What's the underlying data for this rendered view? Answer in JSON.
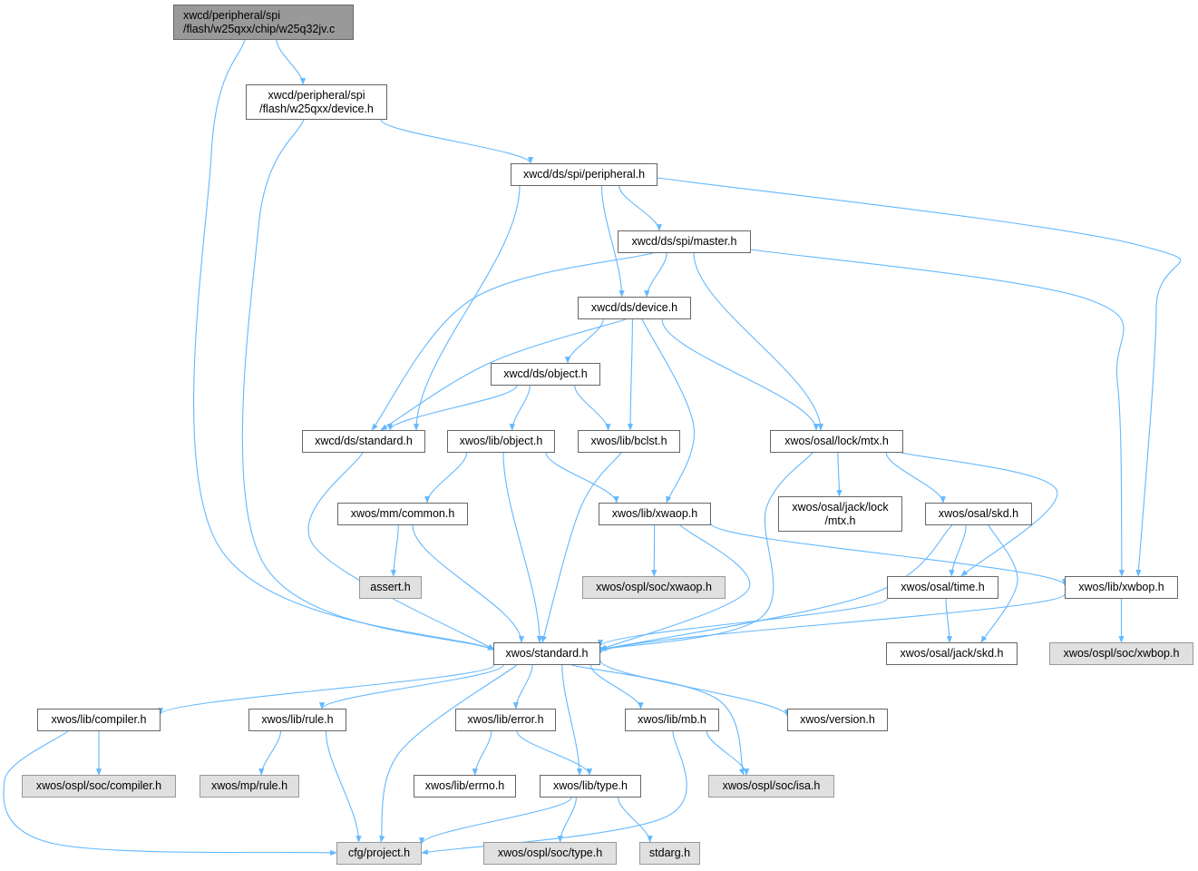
{
  "graph": {
    "colors": {
      "edge": "#63b8ff",
      "node_border": "#666666",
      "external_fill": "#e0e0e0",
      "root_fill": "#999999"
    },
    "nodes": [
      {
        "id": 1,
        "label": "xwcd/peripheral/spi\n/flash/w25qxx/chip/w25q32jv.c",
        "kind": "root"
      },
      {
        "id": 2,
        "label": "xwcd/peripheral/spi\n/flash/w25qxx/device.h",
        "kind": "normal"
      },
      {
        "id": 3,
        "label": "xwcd/ds/spi/peripheral.h",
        "kind": "normal"
      },
      {
        "id": 4,
        "label": "xwcd/ds/spi/master.h",
        "kind": "normal"
      },
      {
        "id": 5,
        "label": "xwcd/ds/device.h",
        "kind": "normal"
      },
      {
        "id": 6,
        "label": "xwcd/ds/object.h",
        "kind": "normal"
      },
      {
        "id": 7,
        "label": "xwcd/ds/standard.h",
        "kind": "normal"
      },
      {
        "id": 8,
        "label": "xwos/lib/object.h",
        "kind": "normal"
      },
      {
        "id": 9,
        "label": "xwos/lib/bclst.h",
        "kind": "normal"
      },
      {
        "id": 10,
        "label": "xwos/osal/lock/mtx.h",
        "kind": "normal"
      },
      {
        "id": 11,
        "label": "xwos/mm/common.h",
        "kind": "normal"
      },
      {
        "id": 12,
        "label": "xwos/lib/xwaop.h",
        "kind": "normal"
      },
      {
        "id": 13,
        "label": "xwos/osal/jack/lock\n/mtx.h",
        "kind": "normal"
      },
      {
        "id": 14,
        "label": "xwos/osal/skd.h",
        "kind": "normal"
      },
      {
        "id": 15,
        "label": "assert.h",
        "kind": "external"
      },
      {
        "id": 16,
        "label": "xwos/ospl/soc/xwaop.h",
        "kind": "external"
      },
      {
        "id": 17,
        "label": "xwos/osal/time.h",
        "kind": "normal"
      },
      {
        "id": 18,
        "label": "xwos/lib/xwbop.h",
        "kind": "normal"
      },
      {
        "id": 19,
        "label": "xwos/standard.h",
        "kind": "normal"
      },
      {
        "id": 20,
        "label": "xwos/osal/jack/skd.h",
        "kind": "normal"
      },
      {
        "id": 21,
        "label": "xwos/ospl/soc/xwbop.h",
        "kind": "external"
      },
      {
        "id": 22,
        "label": "xwos/lib/compiler.h",
        "kind": "normal"
      },
      {
        "id": 23,
        "label": "xwos/lib/rule.h",
        "kind": "normal"
      },
      {
        "id": 24,
        "label": "xwos/lib/error.h",
        "kind": "normal"
      },
      {
        "id": 25,
        "label": "xwos/lib/mb.h",
        "kind": "normal"
      },
      {
        "id": 26,
        "label": "xwos/version.h",
        "kind": "normal"
      },
      {
        "id": 27,
        "label": "xwos/ospl/soc/compiler.h",
        "kind": "external"
      },
      {
        "id": 28,
        "label": "xwos/mp/rule.h",
        "kind": "external"
      },
      {
        "id": 29,
        "label": "xwos/lib/errno.h",
        "kind": "normal"
      },
      {
        "id": 30,
        "label": "xwos/lib/type.h",
        "kind": "normal"
      },
      {
        "id": 31,
        "label": "xwos/ospl/soc/isa.h",
        "kind": "external"
      },
      {
        "id": 32,
        "label": "cfg/project.h",
        "kind": "external"
      },
      {
        "id": 33,
        "label": "xwos/ospl/soc/type.h",
        "kind": "external"
      },
      {
        "id": 34,
        "label": "stdarg.h",
        "kind": "external"
      }
    ],
    "edges": [
      [
        1,
        2
      ],
      [
        1,
        19
      ],
      [
        2,
        3
      ],
      [
        2,
        19
      ],
      [
        3,
        4
      ],
      [
        3,
        5
      ],
      [
        3,
        7
      ],
      [
        3,
        18
      ],
      [
        4,
        5
      ],
      [
        4,
        7
      ],
      [
        4,
        10
      ],
      [
        4,
        18
      ],
      [
        5,
        6
      ],
      [
        5,
        7
      ],
      [
        5,
        9
      ],
      [
        5,
        10
      ],
      [
        5,
        12
      ],
      [
        6,
        7
      ],
      [
        6,
        8
      ],
      [
        6,
        9
      ],
      [
        7,
        19
      ],
      [
        8,
        11
      ],
      [
        8,
        12
      ],
      [
        8,
        19
      ],
      [
        9,
        19
      ],
      [
        10,
        13
      ],
      [
        10,
        14
      ],
      [
        10,
        17
      ],
      [
        10,
        19
      ],
      [
        11,
        15
      ],
      [
        11,
        19
      ],
      [
        12,
        16
      ],
      [
        12,
        18
      ],
      [
        12,
        19
      ],
      [
        14,
        17
      ],
      [
        14,
        19
      ],
      [
        14,
        20
      ],
      [
        17,
        19
      ],
      [
        17,
        20
      ],
      [
        18,
        19
      ],
      [
        18,
        21
      ],
      [
        19,
        22
      ],
      [
        19,
        23
      ],
      [
        19,
        24
      ],
      [
        19,
        25
      ],
      [
        19,
        26
      ],
      [
        19,
        30
      ],
      [
        19,
        31
      ],
      [
        19,
        32
      ],
      [
        22,
        27
      ],
      [
        22,
        32
      ],
      [
        23,
        28
      ],
      [
        23,
        32
      ],
      [
        24,
        29
      ],
      [
        24,
        30
      ],
      [
        25,
        31
      ],
      [
        25,
        32
      ],
      [
        30,
        32
      ],
      [
        30,
        33
      ],
      [
        30,
        34
      ]
    ]
  }
}
